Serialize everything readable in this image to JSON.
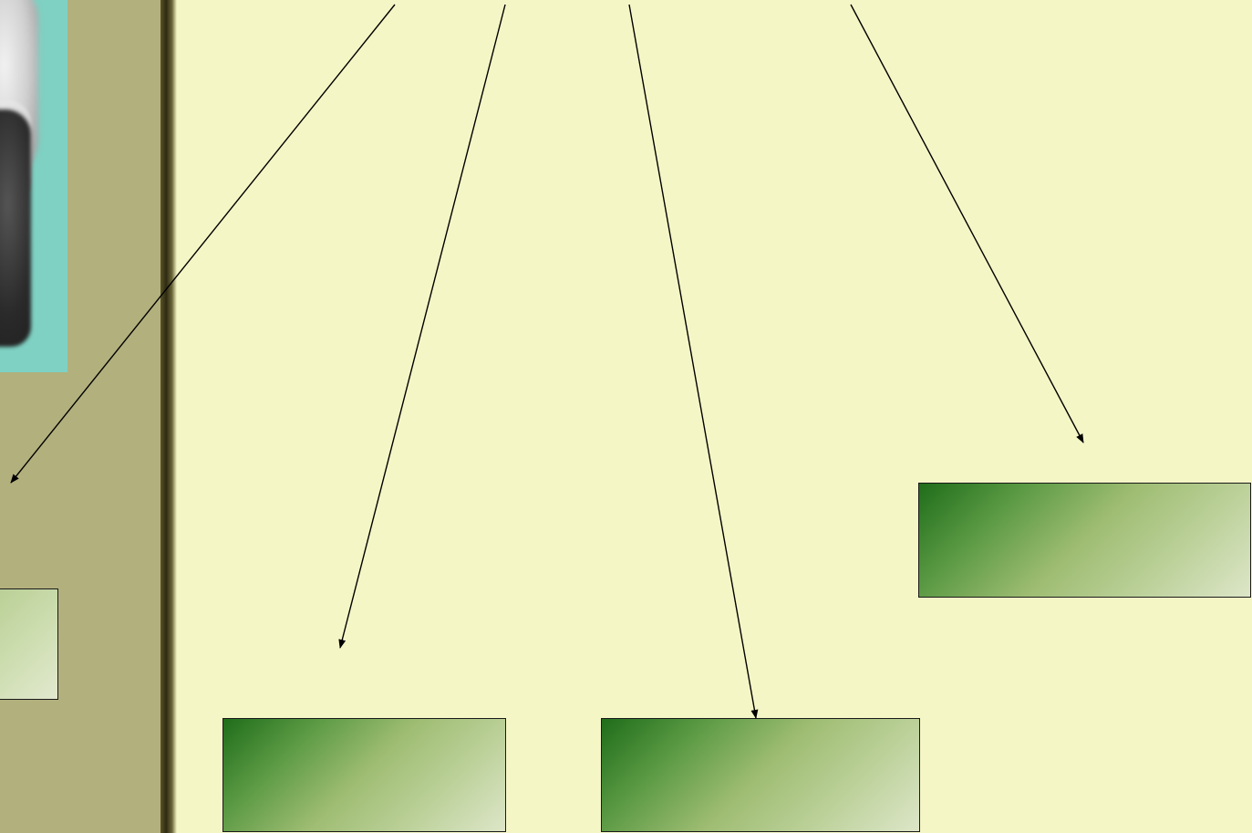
{
  "diagram": {
    "background_color": "#f5f6c6",
    "side_panel_color": "#b2b07d",
    "box_gradient": [
      "#1f6d1a",
      "#9fbd73",
      "#dde6c8"
    ],
    "boxes": [
      {
        "id": "box-left",
        "label": ""
      },
      {
        "id": "box-center-left",
        "label": ""
      },
      {
        "id": "box-center-right",
        "label": ""
      },
      {
        "id": "box-right",
        "label": ""
      }
    ],
    "arrows": [
      {
        "from": "top",
        "to": "box-left"
      },
      {
        "from": "top",
        "to": "box-center-left"
      },
      {
        "from": "top",
        "to": "box-center-right"
      },
      {
        "from": "top",
        "to": "box-right"
      }
    ]
  }
}
